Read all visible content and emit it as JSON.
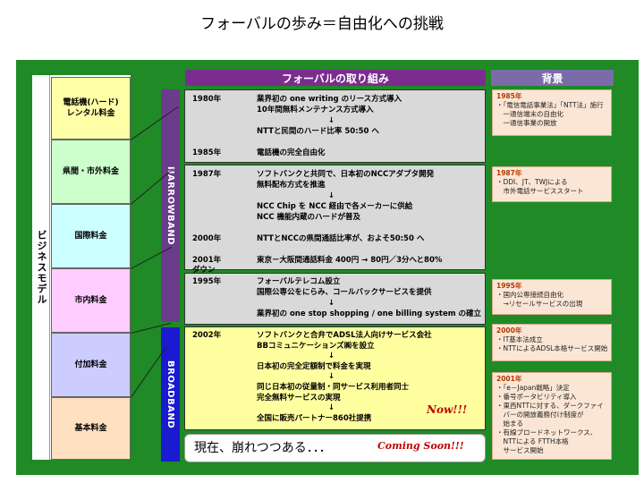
{
  "title": "フォーバルの歩み＝自由化への挑戦",
  "vertical_label": "ビジネスモデル",
  "categories": [
    {
      "label": "電話機(ハード)\nレンタル料金",
      "color": "#ffffa8"
    },
    {
      "label": "県間・市外料金",
      "color": "#ccffcc"
    },
    {
      "label": "国際料金",
      "color": "#ccffff"
    },
    {
      "label": "市内料金",
      "color": "#ffccff"
    },
    {
      "label": "付加料金",
      "color": "#ccccff"
    },
    {
      "label": "基本料金",
      "color": "#ffe0c0"
    }
  ],
  "headers": {
    "main": "フォーバルの取り組み",
    "background": "背景"
  },
  "bands": {
    "narrow": "NARROWBAND",
    "broad": "BROADBAND"
  },
  "panels": {
    "p1": [
      {
        "year": "1980年",
        "lines": [
          "業界初の one writing のリース方式導入",
          "10年間無料メンテナンス方式導入",
          "↓",
          "NTTと民間のハード比率 50:50 へ"
        ]
      },
      {
        "year": "1985年",
        "lines": [
          "電話機の完全自由化"
        ]
      }
    ],
    "p2": [
      {
        "year": "1987年",
        "lines": [
          "ソフトバンクと共同で、日本初のNCCアダプタ開発",
          "無料配布方式を推進",
          "↓",
          "NCC Chip を NCC 経由で各メーカーに供給",
          "NCC 機能内蔵のハードが普及"
        ]
      },
      {
        "year": "2000年",
        "lines": [
          "NTTとNCCの県間通話比率が、およそ50:50 へ"
        ]
      },
      {
        "year": "2001年",
        "lines": [
          "東京－大阪間通話料金 400円 → 80円／3分へと80%"
        ]
      },
      {
        "year": "",
        "lines": [
          "ダウン"
        ]
      }
    ],
    "p3": [
      {
        "year": "1995年",
        "lines": [
          "フォーバルテレコム設立",
          "国際公専公をにらみ、コールバックサービスを提供",
          "↓",
          "業界初の one stop shopping / one billing system の確立"
        ]
      }
    ],
    "p4": [
      {
        "year": "2002年",
        "lines": [
          "ソフトバンクと合弁でADSL法人向けサービス会社",
          "BBコミュニケーションズ㈱を設立",
          "↓",
          "日本初の完全定額制で料金を実現",
          "↓",
          "同じ日本初の従量制・同サービス利用者同士",
          "完全無料サービスの実現",
          "↓",
          "全国に販売パートナー860社提携"
        ]
      }
    ],
    "now": "Now!!!",
    "present": "現在、崩れつつある．．．",
    "coming": "Coming Soon!!!"
  },
  "side_boxes": [
    {
      "year": "1985年",
      "items": [
        "・「電信電話事業法」「NTT法」施行",
        "　一通信端末の自由化",
        "　一通信事業の開放"
      ]
    },
    {
      "year": "1987年",
      "items": [
        "・DDI、JT、TWJによる",
        "　市外電話サービススタート"
      ]
    },
    {
      "year": "1995年",
      "items": [
        "・国内公専接続自由化",
        "　→リセールサービスの出現"
      ]
    },
    {
      "year": "2000年",
      "items": [
        "・IT基本法成立",
        "・NTTによるADSL本格サービス開始"
      ]
    },
    {
      "year": "2001年",
      "items": [
        "・「e－Japan戦略」決定",
        "・番号ポータビリティ導入",
        "・東西NTTに対する、ダークファイ",
        "　バーの開放義務付け制度が",
        "　始まる",
        "・有線ブロードネットワークス、",
        "　NTTによる FTTH本格",
        "　サービス開始"
      ]
    }
  ],
  "colors": {
    "frame": "#1f8a26",
    "header_purple": "#7b2d8e",
    "narrow_band": "#6a3d8c",
    "broad_band": "#1a1ad0",
    "panel_gray": "#d9d9d9",
    "panel_yellow": "#ffffa0"
  }
}
